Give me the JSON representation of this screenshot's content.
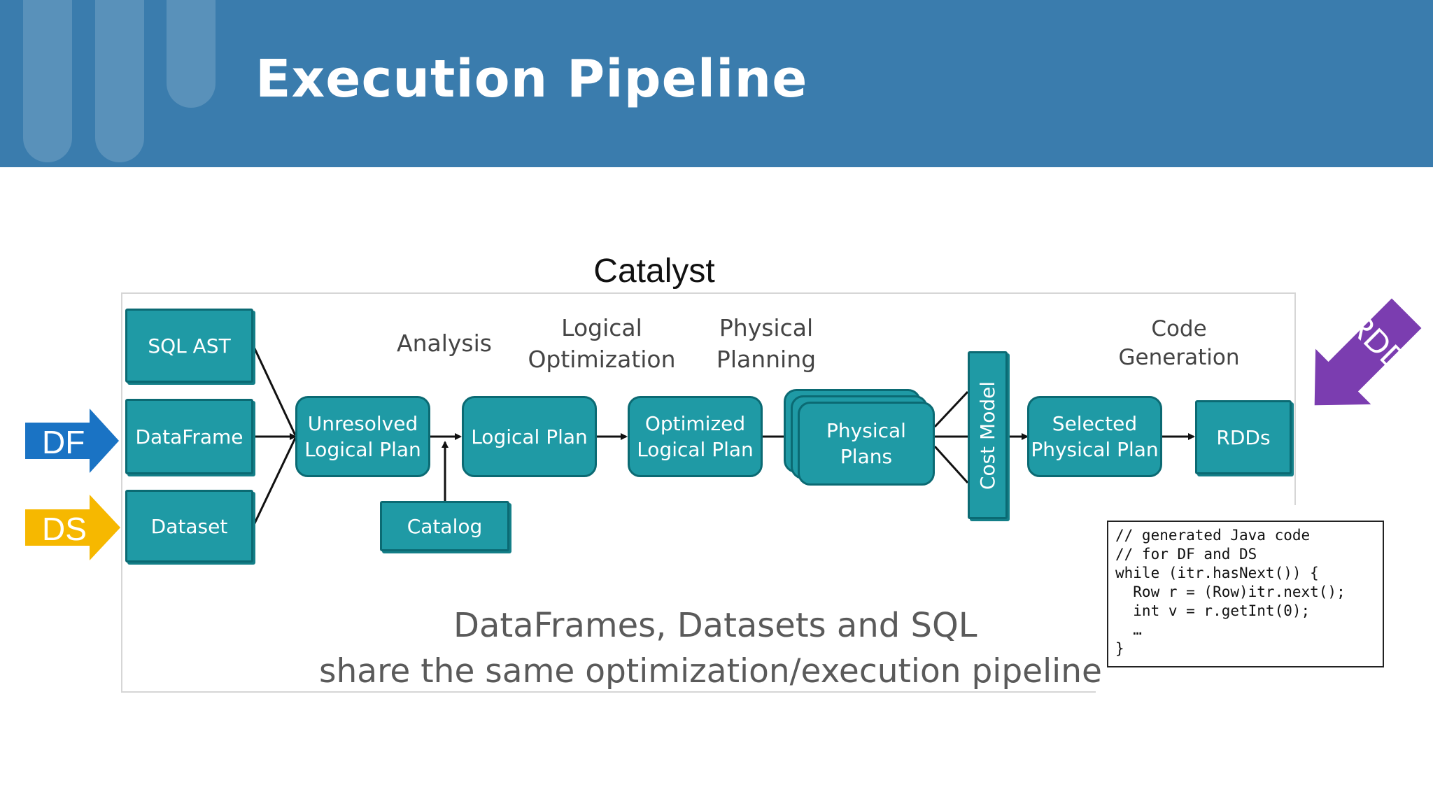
{
  "slide": {
    "title": "Execution Pipeline"
  },
  "diagram": {
    "title": "Catalyst",
    "stages": {
      "analysis": "Analysis",
      "logical_optimization_1": "Logical",
      "logical_optimization_2": "Optimization",
      "physical_planning_1": "Physical",
      "physical_planning_2": "Planning",
      "code_generation_1": "Code",
      "code_generation_2": "Generation"
    },
    "inputs": {
      "df": "DF",
      "ds": "DS",
      "rdd": "RDD"
    },
    "nodes": {
      "sql_ast": "SQL AST",
      "dataframe": "DataFrame",
      "dataset": "Dataset",
      "unresolved_1": "Unresolved",
      "unresolved_2": "Logical Plan",
      "logical_plan": "Logical Plan",
      "catalog": "Catalog",
      "optimized_1": "Optimized",
      "optimized_2": "Logical Plan",
      "physical_1": "Physical",
      "physical_2": "Plans",
      "cost_model": "Cost Model",
      "selected_1": "Selected",
      "selected_2": "Physical Plan",
      "rdds": "RDDs"
    },
    "code": [
      "// generated Java code",
      "// for DF and DS",
      "while (itr.hasNext()) {",
      "  Row r = (Row)itr.next();",
      "  int v = r.getInt(0);",
      "  …",
      "}"
    ],
    "caption": {
      "line1": "DataFrames, Datasets and SQL",
      "line2": "share the same optimization/execution pipeline"
    },
    "colors": {
      "header": "#3a7cad",
      "node_fill": "#1f9aa5",
      "node_border": "#0b6a73",
      "df_arrow": "#1a73c4",
      "ds_arrow": "#f6b800",
      "rdd_arrow": "#7b3db0"
    }
  }
}
